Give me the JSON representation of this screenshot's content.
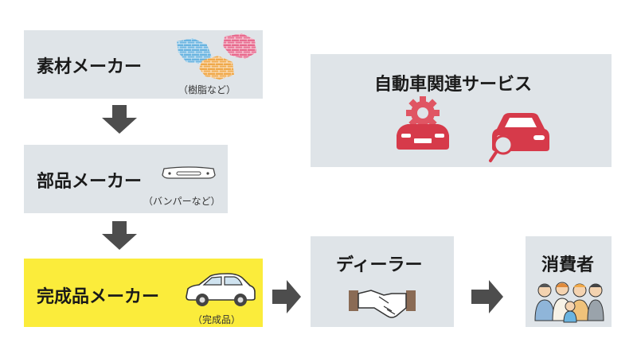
{
  "chain": {
    "material": {
      "title": "素材メーカー",
      "note": "（樹脂など）"
    },
    "parts": {
      "title": "部品メーカー",
      "note": "（バンパーなど）"
    },
    "oem": {
      "title": "完成品メーカー",
      "note": "（完成品）"
    },
    "dealer": {
      "title": "ディーラー"
    },
    "consumer": {
      "title": "消費者"
    }
  },
  "services": {
    "title": "自動車関連サービス"
  },
  "colors": {
    "box": "#dfe4e8",
    "highlight": "#fbec3b",
    "arrow": "#4d4d4d",
    "car_red": "#d63a4a",
    "gear_red": "#e05563"
  }
}
